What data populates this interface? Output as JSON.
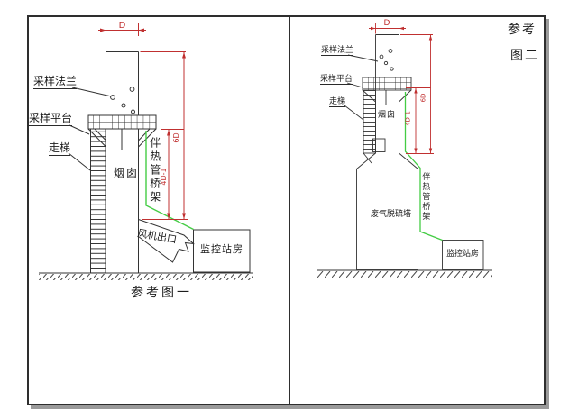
{
  "figure1": {
    "caption": "参考图一",
    "labels": {
      "flange": "采样法兰",
      "platform": "采样平台",
      "ladder": "走梯",
      "chimney": "烟囱",
      "bridge": "伴热管桥架",
      "fan_outlet": "风机出口",
      "station": "监控站房"
    },
    "dims": {
      "d": "D",
      "six_d": "6D",
      "four_d": "4D-1"
    }
  },
  "figure2": {
    "caption_line1": "参考",
    "caption_line2": "图二",
    "labels": {
      "flange": "采样法兰",
      "platform": "采样平台",
      "ladder": "走梯",
      "chimney": "烟囱",
      "tower": "废气脱硫塔",
      "bridge": "伴热管桥架",
      "station": "监控站房"
    },
    "dims": {
      "d": "D",
      "six_d": "6D",
      "four_d": "4D-1"
    }
  },
  "colors": {
    "dimension_red": "#c03030",
    "pipe_green": "#44cc44",
    "line_black": "#333333",
    "frame_shadow": "#9a9a9a"
  }
}
